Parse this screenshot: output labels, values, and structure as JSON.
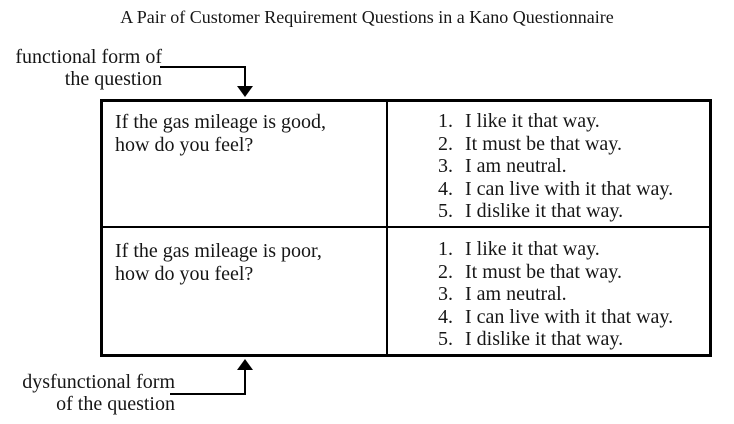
{
  "title": "A Pair of Customer Requirement Questions in a Kano Questionnaire",
  "annotations": {
    "functional": {
      "line1": "functional form of",
      "line2": "the question"
    },
    "dysfunctional": {
      "line1": "dysfunctional form",
      "line2": "of the question"
    }
  },
  "table": {
    "rows": [
      {
        "question_line1": "If the gas mileage is good,",
        "question_line2": "how do you feel?",
        "options": [
          {
            "num": "1.",
            "text": "I like it that way."
          },
          {
            "num": "2.",
            "text": "It must be that way."
          },
          {
            "num": "3.",
            "text": "I am neutral."
          },
          {
            "num": "4.",
            "text": "I can live with it that way."
          },
          {
            "num": "5.",
            "text": "I dislike it that way."
          }
        ]
      },
      {
        "question_line1": "If the gas mileage is poor,",
        "question_line2": "how do you feel?",
        "options": [
          {
            "num": "1.",
            "text": "I like it that way."
          },
          {
            "num": "2.",
            "text": "It must be that way."
          },
          {
            "num": "3.",
            "text": "I am neutral."
          },
          {
            "num": "4.",
            "text": "I can live with it that way."
          },
          {
            "num": "5.",
            "text": "I dislike it that way."
          }
        ]
      }
    ]
  },
  "colors": {
    "text": "#161616",
    "border": "#000000",
    "background": "#ffffff"
  }
}
